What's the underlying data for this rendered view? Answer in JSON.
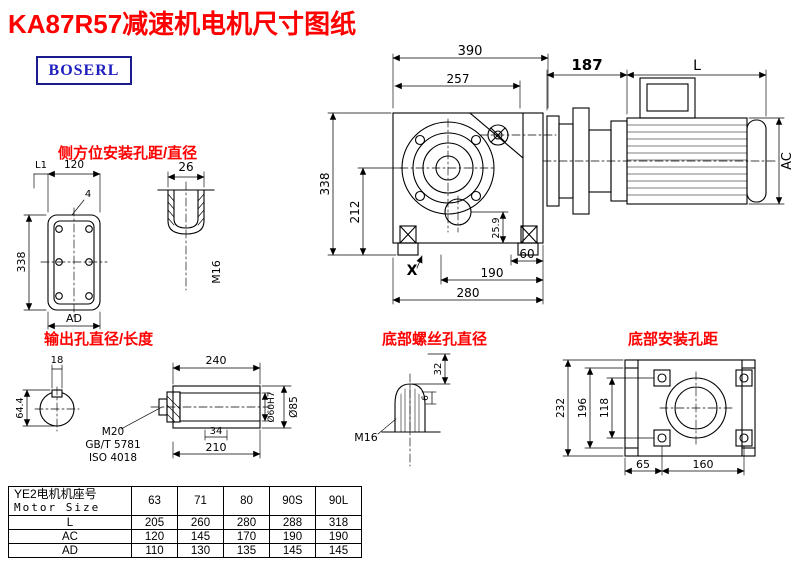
{
  "page": {
    "title": "KA87R57减速机电机尺寸图纸",
    "brand": "BOSERL"
  },
  "section_labels": {
    "side_mount": "侧方位安装孔距/直径",
    "output_hole": "输出孔直径/长度",
    "bottom_screw": "底部螺丝孔直径",
    "bottom_mount": "底部安装孔距"
  },
  "main_view": {
    "dim_width_overall": "390",
    "dim_width_housing": "257",
    "dim_height_overall": "338",
    "dim_center_to_base": "212",
    "dim_25_9": "25.9",
    "dim_60": "60",
    "dim_190": "190",
    "dim_280": "280",
    "mark_x": "X"
  },
  "motor_view": {
    "dim_187": "187",
    "dim_length": "L",
    "dim_ac": "AC"
  },
  "side_mount_view": {
    "dim_l1": "L1",
    "dim_120": "120",
    "dim_4": "4",
    "dim_338": "338",
    "dim_ad": "AD",
    "dim_26": "26",
    "thread": "M16"
  },
  "output_view": {
    "dim_18": "18",
    "dim_64_4": "64.4",
    "dim_240": "240",
    "thread": "M20",
    "std_gb": "GB/T 5781",
    "std_iso": "ISO 4018",
    "dim_34": "34",
    "dim_210": "210",
    "dim_bore": "Ø60H7",
    "dim_od": "Ø85"
  },
  "bottom_screw_view": {
    "dim_32": "32",
    "dim_6": "6",
    "thread": "M16"
  },
  "bottom_mount_view": {
    "dim_232": "232",
    "dim_196": "196",
    "dim_118": "118",
    "dim_65": "65",
    "dim_160": "160"
  },
  "table": {
    "header_cn": "YE2电机机座号",
    "header_en": "Motor Size",
    "sizes": [
      "63",
      "71",
      "80",
      "90S",
      "90L"
    ],
    "rows": [
      {
        "label": "L",
        "values": [
          "205",
          "260",
          "280",
          "288",
          "318"
        ]
      },
      {
        "label": "AC",
        "values": [
          "120",
          "145",
          "170",
          "190",
          "190"
        ]
      },
      {
        "label": "AD",
        "values": [
          "110",
          "130",
          "135",
          "145",
          "145"
        ]
      }
    ]
  }
}
